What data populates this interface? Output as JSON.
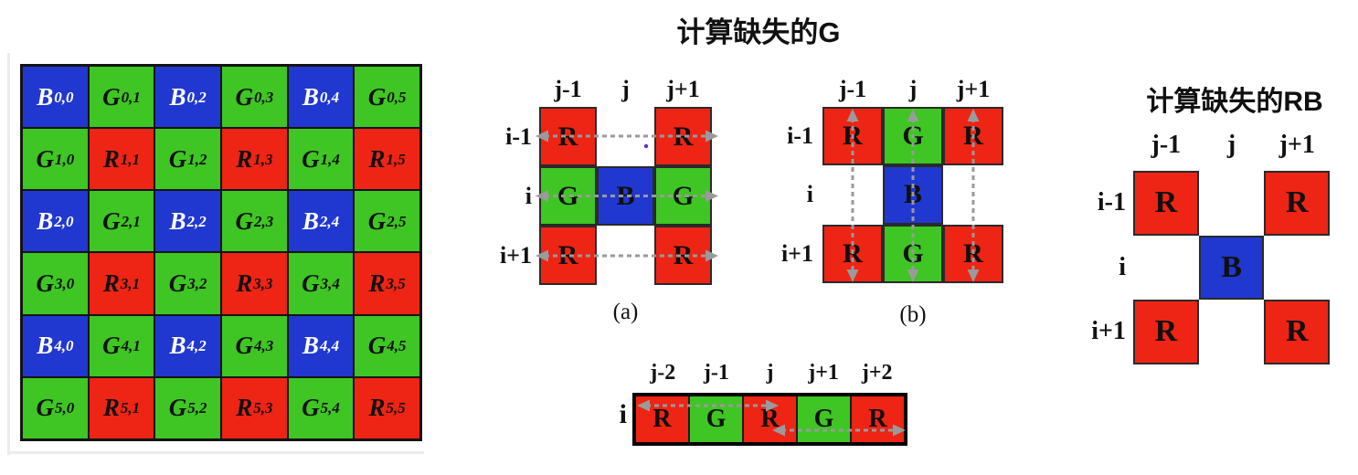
{
  "palette": {
    "red": "#ee2414",
    "green": "#3fc524",
    "blue": "#2038d0",
    "arrow_gray": "#9a9a9a",
    "text_dark": "#101010",
    "text_light": "#ffffff",
    "grid_line": "#141414",
    "dot_purple": "#5b32b4"
  },
  "bayer": {
    "rows": 6,
    "cols": 6,
    "cells": [
      [
        "B|0,0",
        "G|0,1",
        "B|0,2",
        "G|0,3",
        "B|0,4",
        "G|0,5"
      ],
      [
        "G|1,0",
        "R|1,1",
        "G|1,2",
        "R|1,3",
        "G|1,4",
        "R|1,5"
      ],
      [
        "B|2,0",
        "G|2,1",
        "B|2,2",
        "G|2,3",
        "B|2,4",
        "G|2,5"
      ],
      [
        "G|3,0",
        "R|3,1",
        "G|3,2",
        "R|3,3",
        "G|3,4",
        "R|3,5"
      ],
      [
        "B|4,0",
        "G|4,1",
        "B|4,2",
        "G|4,3",
        "B|4,4",
        "G|4,5"
      ],
      [
        "G|5,0",
        "R|5,1",
        "G|5,2",
        "R|5,3",
        "G|5,4",
        "R|5,5"
      ]
    ]
  },
  "g_section": {
    "title": "计算缺失的G",
    "diagram_a": {
      "caption": "(a)",
      "col_headers": [
        "j-1",
        "j",
        "j+1"
      ],
      "row_labels": [
        "i-1",
        "i",
        "i+1"
      ],
      "cells": [
        [
          "R",
          "",
          "R"
        ],
        [
          "G",
          "B",
          "G"
        ],
        [
          "R",
          "",
          "R"
        ]
      ],
      "arrow_direction": "horizontal"
    },
    "diagram_b": {
      "caption": "(b)",
      "col_headers": [
        "j-1",
        "j",
        "j+1"
      ],
      "row_labels": [
        "i-1",
        "i",
        "i+1"
      ],
      "cells": [
        [
          "R",
          "G",
          "R"
        ],
        [
          "",
          "B",
          ""
        ],
        [
          "R",
          "G",
          "R"
        ]
      ],
      "arrow_direction": "vertical"
    },
    "strip": {
      "col_headers": [
        "j-2",
        "j-1",
        "j",
        "j+1",
        "j+2"
      ],
      "row_label": "i",
      "cells": [
        "R",
        "G",
        "R",
        "G",
        "R"
      ],
      "arrow_spans": [
        [
          "j-2",
          "j"
        ],
        [
          "j",
          "j+2"
        ]
      ]
    }
  },
  "rb_section": {
    "title": "计算缺失的RB",
    "diagram": {
      "col_headers": [
        "j-1",
        "j",
        "j+1"
      ],
      "row_labels": [
        "i-1",
        "i",
        "i+1"
      ],
      "cells": [
        [
          "R",
          "",
          "R"
        ],
        [
          "",
          "B",
          ""
        ],
        [
          "R",
          "",
          "R"
        ]
      ]
    }
  }
}
